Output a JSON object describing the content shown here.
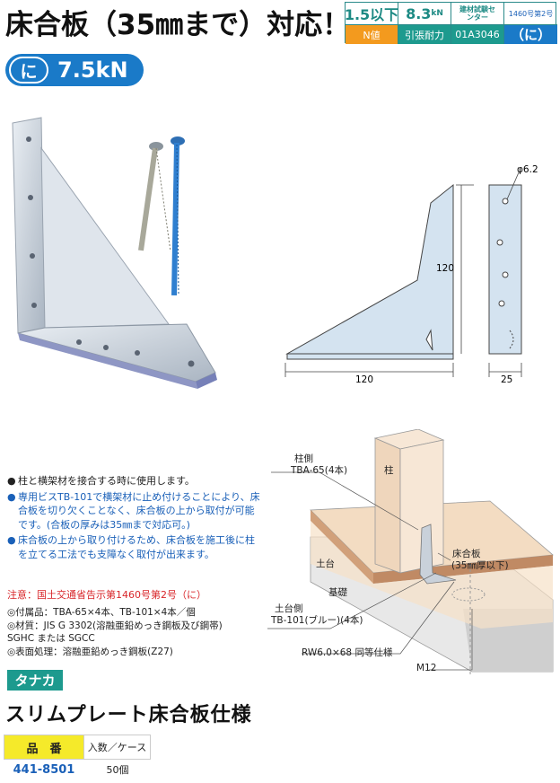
{
  "headline": "床合板（35㎜まで）対応！",
  "spec": {
    "n_value": "1.5以下",
    "tension": "8.3",
    "tension_unit": "kN",
    "test_center": "建材試験センター",
    "notice_no": "1460号第2号",
    "n_label": "N値",
    "tension_label": "引張耐力",
    "test_no": "01A3046",
    "class": "（に）"
  },
  "badge": {
    "class": "に",
    "value": "7.5kN"
  },
  "drawing": {
    "hole": "φ6.2",
    "height": "120",
    "width": "120",
    "depth": "25"
  },
  "iso": {
    "column_side": "柱側",
    "column_screw": "TBA-65(4本)",
    "column": "柱",
    "floor_plate": "床合板",
    "floor_thickness": "(35㎜厚以下)",
    "sill": "土台",
    "foundation": "基礎",
    "sill_side": "土台側",
    "sill_screw": "TB-101(ブルー)(4本)",
    "rw": "RW6.0×68 同等仕様",
    "bolt": "M12"
  },
  "bullets": [
    {
      "text": "柱と横架材を接合する時に使用します。",
      "color": "black"
    },
    {
      "text": "専用ビスTB-101で横架材に止め付けることにより、床合板を切り欠くことなく、床合板の上から取付が可能です。(合板の厚みは35㎜まで対応可。)",
      "color": "blue"
    },
    {
      "text": "床合板の上から取り付けるため、床合板を施工後に柱を立てる工法でも支障なく取付が出来ます。",
      "color": "blue"
    }
  ],
  "notice": "注意：国土交通省告示第1460号第2号（に）",
  "notes": [
    "◎付属品：TBA-65×4本、TB-101×4本／個",
    "◎材質：JIS G 3302(溶融亜鉛めっき鋼板及び鋼帯)",
    "SGHC または SGCC",
    "◎表面処理：溶融亜鉛めっき鋼板(Z27)"
  ],
  "maker": "タナカ",
  "product_name": "スリムプレート床合板仕様",
  "order": {
    "header_code": "品　番",
    "header_qty": "入数／ケース",
    "code": "441-8501",
    "qty": "50個"
  },
  "colors": {
    "teal": "#1d9a8e",
    "orange": "#f39a1e",
    "blue": "#1a7ac8",
    "red": "#d8262a"
  }
}
